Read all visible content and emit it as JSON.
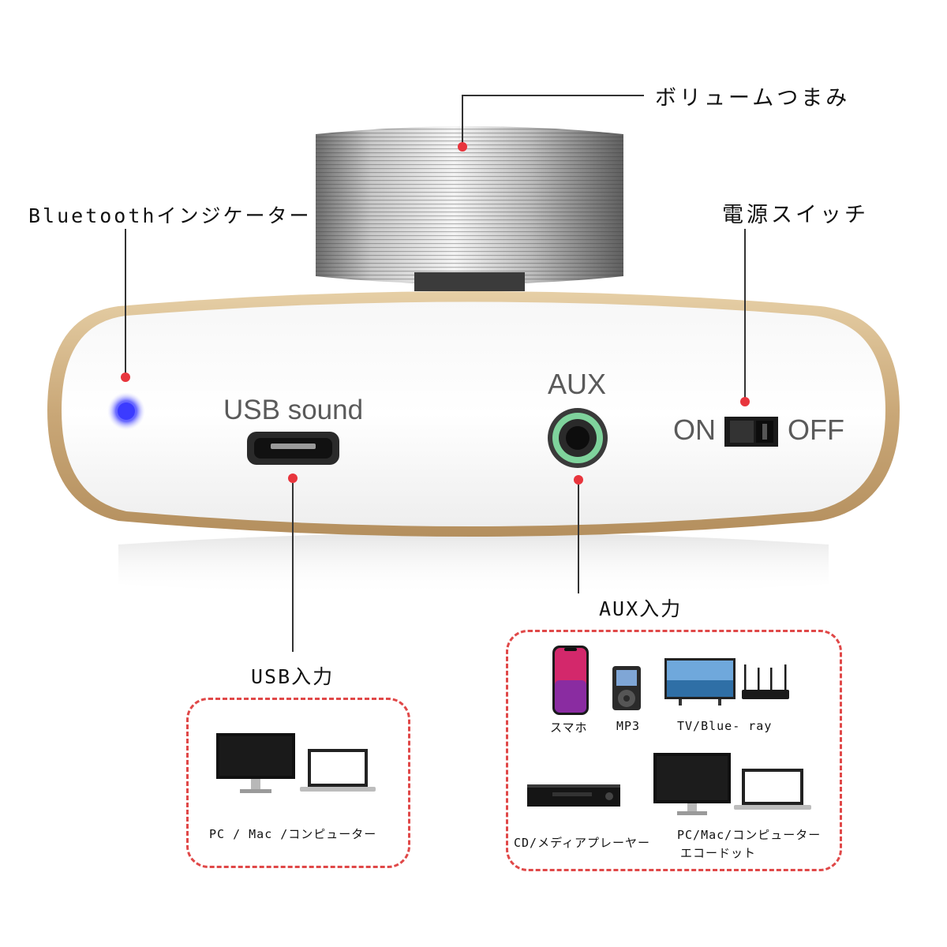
{
  "callouts": {
    "volume_knob": "ボリュームつまみ",
    "bluetooth_indicator": "Bluetoothインジケーター",
    "power_switch": "電源スイッチ",
    "aux_input": "AUX入力",
    "usb_input": "USB入力"
  },
  "device_panel": {
    "usb_label": "USB sound",
    "aux_label": "AUX",
    "switch_on": "ON",
    "switch_off": "OFF"
  },
  "usb_box": {
    "devices_caption": "PC / Mac /コンピューター"
  },
  "aux_box": {
    "smartphone": "スマホ",
    "mp3": "MP3",
    "tv": "TV/Blue- ray",
    "cd_player": "CD/メディアプレーヤー",
    "pc_line1": "PC/Mac/コンピューター",
    "pc_line2": "エコードット"
  },
  "colors": {
    "accent_red": "#e8353d",
    "bezel_gold": "#c9a777",
    "led_blue": "#3b3bff",
    "jack_green": "#7fd39c"
  }
}
